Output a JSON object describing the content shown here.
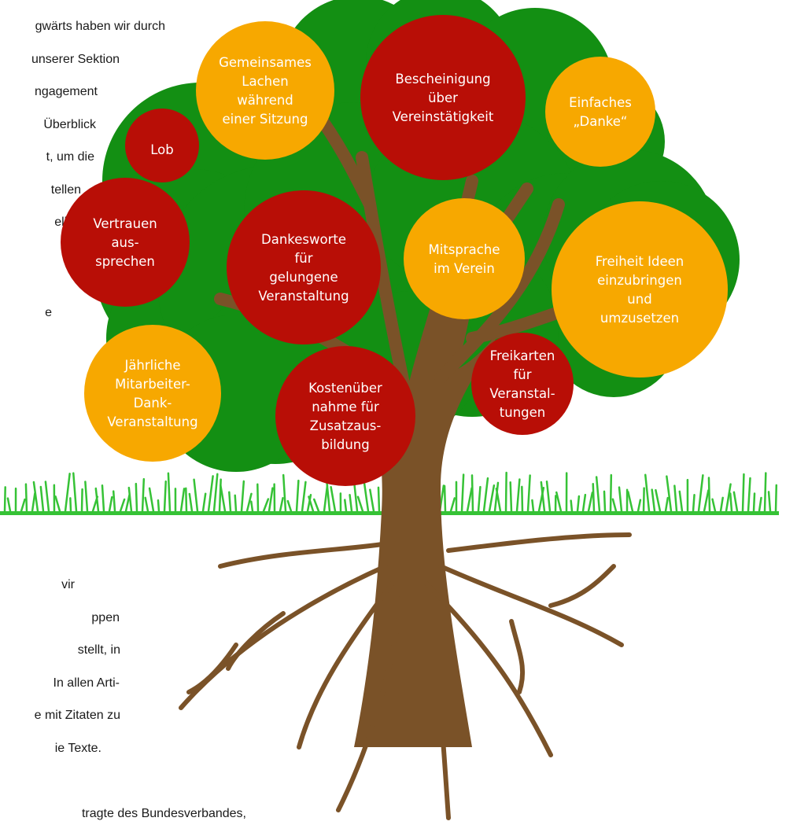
{
  "colors": {
    "crown": "#138f13",
    "trunk": "#7a5228",
    "grass": "#36c236",
    "bubble_red": "#b80e06",
    "bubble_orange": "#f7a800",
    "bubble_text": "#ffffff"
  },
  "background_text": {
    "lines_top": [
      "gwärts haben wir durch",
      "unserer Sektion",
      "ngagement",
      "Überblick",
      "t, um die",
      "tellen",
      "ellen",
      "",
      "",
      "e"
    ],
    "lines_bottom": [
      "vir",
      "ppen",
      "stellt, in",
      "In allen Arti-",
      "e mit Zitaten zu",
      "ie Texte.",
      "",
      "tragte des Bundesverbandes,"
    ]
  },
  "bubbles": [
    {
      "id": "gemeinsames-lachen",
      "color": "orange",
      "lines": [
        "Gemeinsames",
        "Lachen",
        "während",
        "einer Sitzung"
      ]
    },
    {
      "id": "bescheinigung",
      "color": "red",
      "lines": [
        "Bescheinigung",
        "über",
        "Vereinstätigkeit"
      ]
    },
    {
      "id": "einfaches-danke",
      "color": "orange",
      "lines": [
        "Einfaches",
        "„Danke“"
      ]
    },
    {
      "id": "lob",
      "color": "red",
      "lines": [
        "Lob"
      ]
    },
    {
      "id": "vertrauen",
      "color": "red",
      "lines": [
        "Vertrauen",
        "aus-",
        "sprechen"
      ]
    },
    {
      "id": "dankesworte",
      "color": "red",
      "lines": [
        "Dankesworte",
        "für",
        "gelungene",
        "Veranstaltung"
      ]
    },
    {
      "id": "mitsprache",
      "color": "orange",
      "lines": [
        "Mitsprache",
        "im Verein"
      ]
    },
    {
      "id": "freiheit-ideen",
      "color": "orange",
      "lines": [
        "Freiheit Ideen",
        "einzubringen",
        "und",
        "umzusetzen"
      ]
    },
    {
      "id": "freikarten",
      "color": "red",
      "lines": [
        "Freikarten",
        "für",
        "Veranstal-",
        "tungen"
      ]
    },
    {
      "id": "kostenuebernahme",
      "color": "red",
      "lines": [
        "Kostenüber",
        "nahme für",
        "Zusatzaus-",
        "bildung"
      ]
    },
    {
      "id": "jaehrliche-dank",
      "color": "orange",
      "lines": [
        "Jährliche",
        "Mitarbeiter-",
        "Dank-",
        "Veranstaltung"
      ]
    }
  ]
}
